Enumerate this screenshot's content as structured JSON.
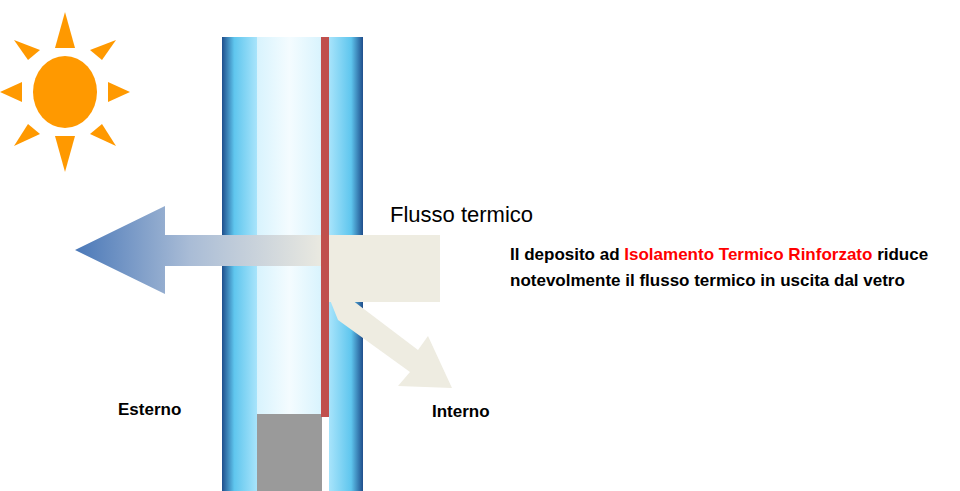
{
  "diagram": {
    "labels": [
      "Flusso termico",
      "Il deposito ad",
      "Isolamento Termico Rinforzato",
      "riduce notevolmente il flusso termico in uscita dal vetro",
      "Esterno",
      "Interno"
    ]
  }
}
